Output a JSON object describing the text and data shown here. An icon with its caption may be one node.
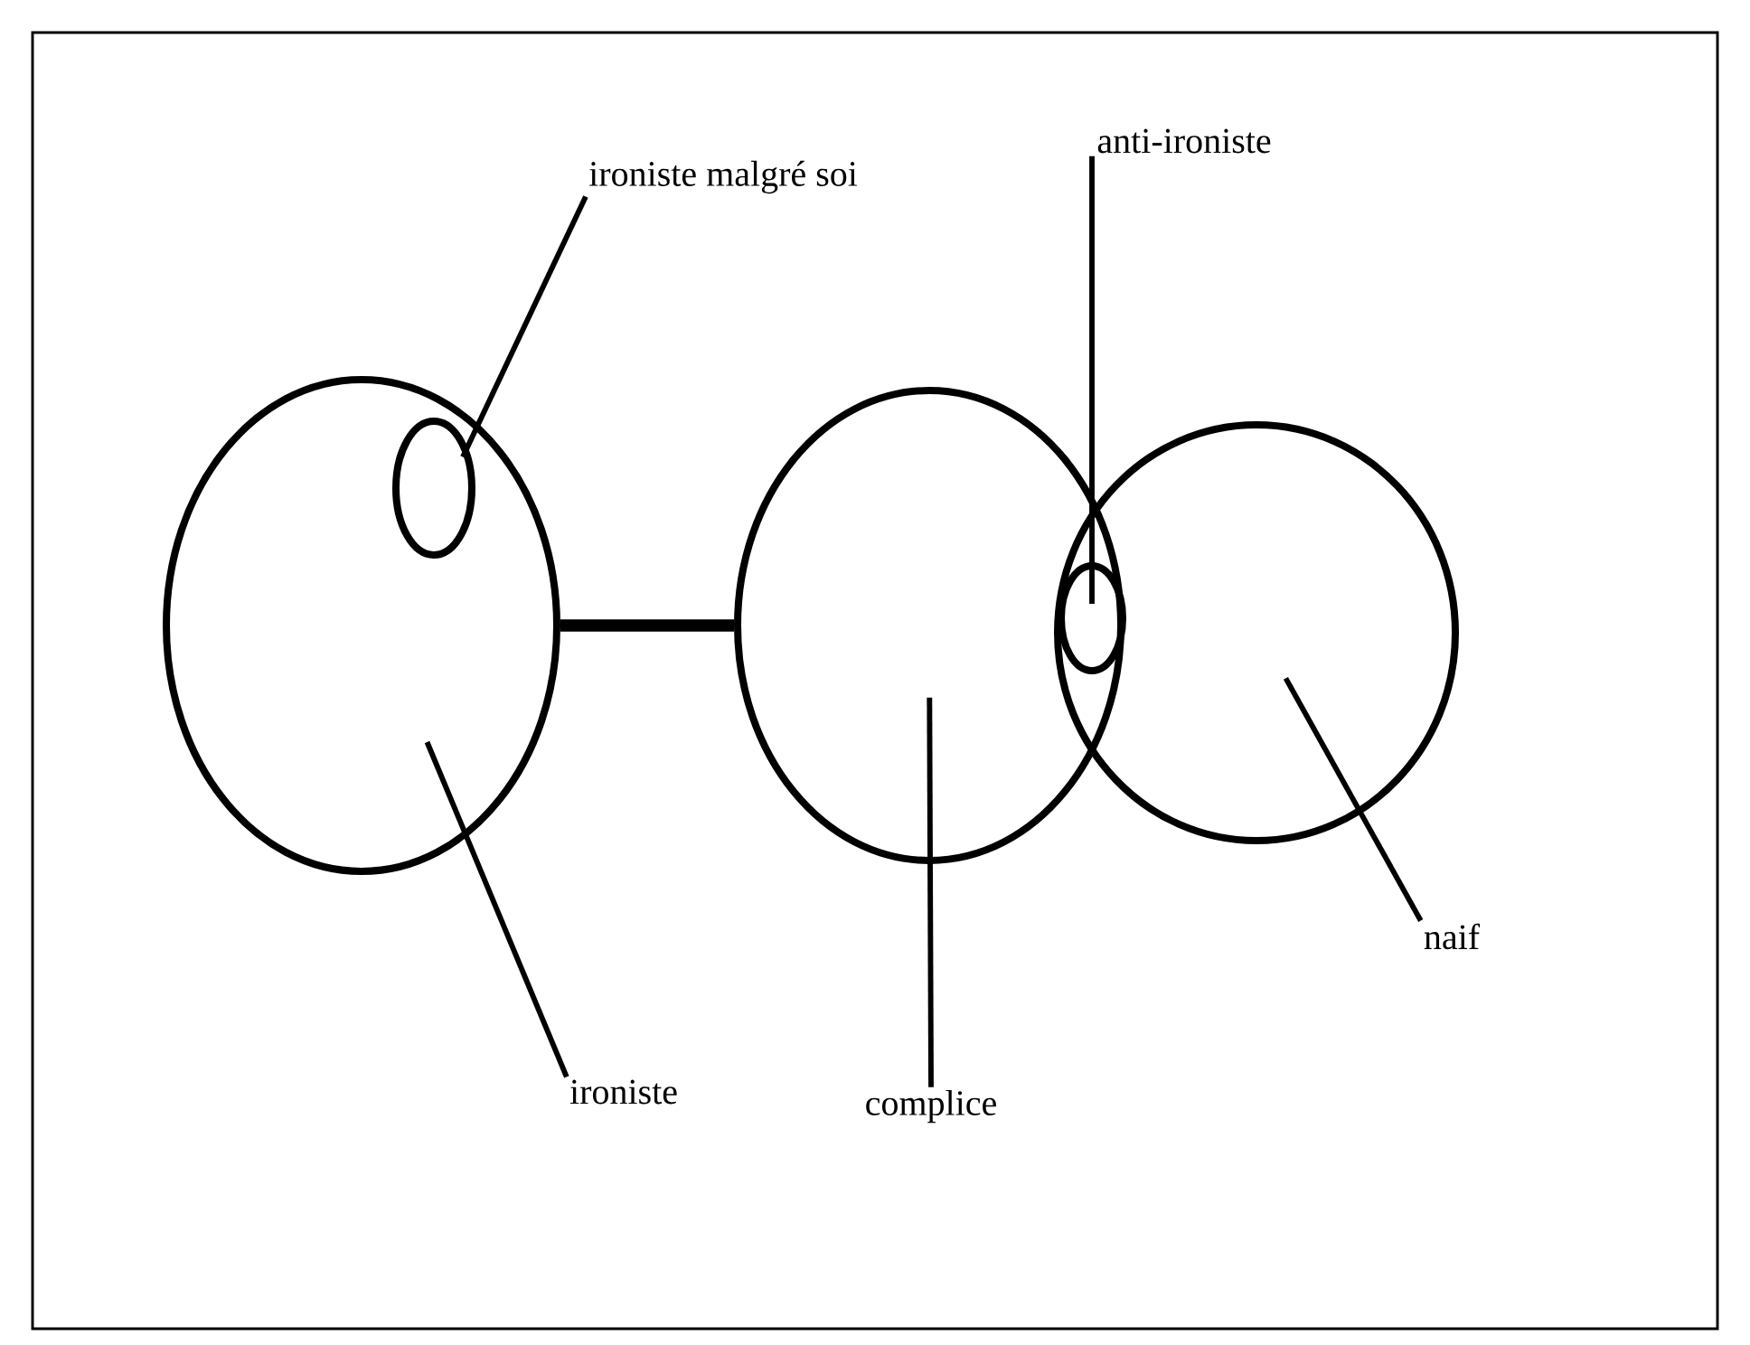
{
  "diagram": {
    "nodes": [
      {
        "text": [],
        "shape": "circle"
      },
      {
        "text": [],
        "shape": "circle",
        "in": 0
      },
      {
        "text": [],
        "shape": "circle"
      },
      {
        "text": [],
        "shape": "circle"
      },
      {
        "text": [],
        "shape": "circle"
      },
      {
        "text": [
          "ironiste malgré soi"
        ]
      },
      {
        "text": [
          "anti-ironiste"
        ]
      },
      {
        "text": [
          "ironiste"
        ]
      },
      {
        "text": [
          "complice"
        ]
      },
      {
        "text": [
          "naif"
        ]
      }
    ],
    "edges": [
      {
        "from": 0,
        "to": 2,
        "arrow": "none",
        "style": "thick"
      },
      {
        "from": 5,
        "to": 1,
        "arrow": "none"
      },
      {
        "from": 6,
        "to": 4,
        "arrow": "none"
      },
      {
        "from": 7,
        "to": 0,
        "arrow": "none"
      },
      {
        "from": 8,
        "to": 2,
        "arrow": "none"
      },
      {
        "from": 9,
        "to": 3,
        "arrow": "none"
      }
    ]
  }
}
